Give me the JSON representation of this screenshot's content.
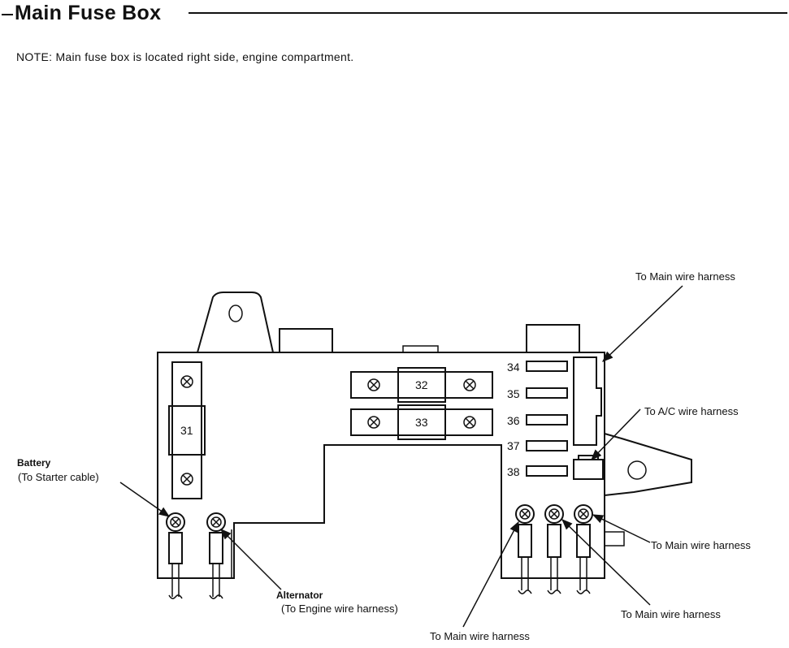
{
  "header": {
    "title": "Main Fuse Box",
    "note": "NOTE: Main fuse box is located right side, engine compartment."
  },
  "fuses": {
    "f31": "31",
    "f32": "32",
    "f33": "33",
    "f34": "34",
    "f35": "35",
    "f36": "36",
    "f37": "37",
    "f38": "38"
  },
  "callouts": {
    "main_harness_top": "To Main wire harness",
    "ac_harness": "To A/C wire harness",
    "battery": "Battery",
    "battery_sub": "(To Starter cable)",
    "alternator": "Alternator",
    "alternator_sub": "(To Engine wire harness)",
    "main_harness_right": "To Main wire harness",
    "main_harness_bottom_right": "To Main wire harness",
    "main_harness_bottom": "To Main wire harness"
  }
}
